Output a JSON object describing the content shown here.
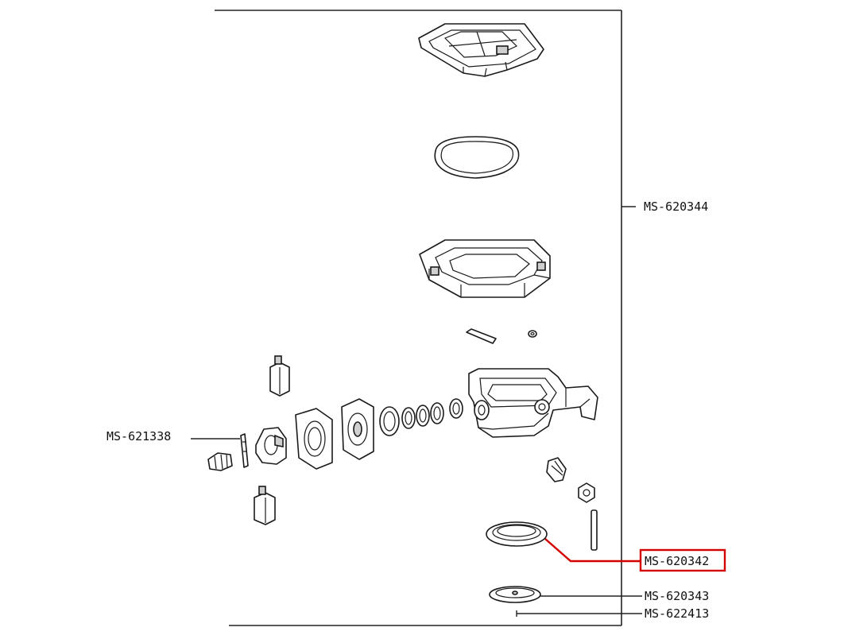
{
  "labels": {
    "assembly": "MS-620344",
    "part_621338": "MS-621338",
    "part_620342": "MS-620342",
    "part_620343": "MS-620343",
    "part_622413": "MS-622413"
  },
  "highlight": {
    "color": "#d40000",
    "part": "MS-620342"
  }
}
